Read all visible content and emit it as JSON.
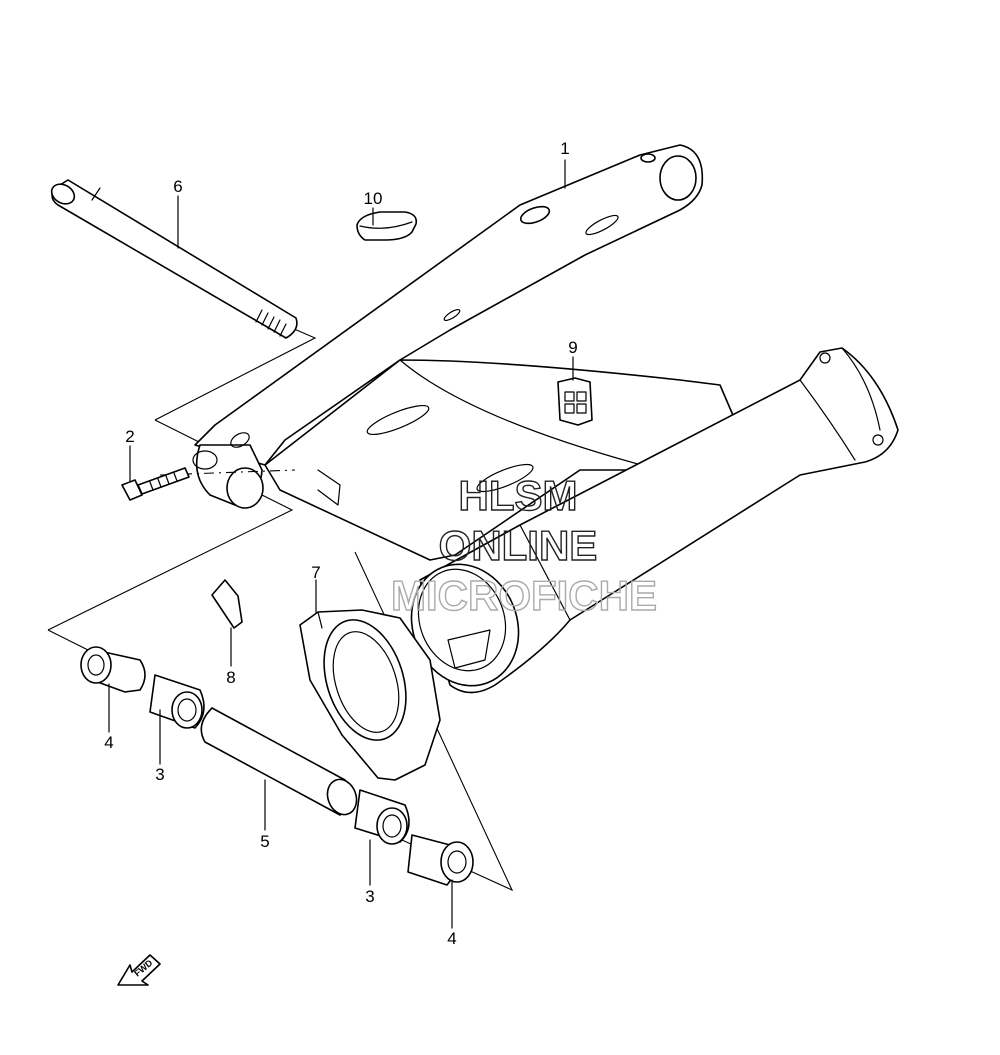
{
  "callouts": {
    "c1": "1",
    "c2": "2",
    "c3a": "3",
    "c3b": "3",
    "c4a": "4",
    "c4b": "4",
    "c5": "5",
    "c6": "6",
    "c7": "7",
    "c8": "8",
    "c9": "9",
    "c10": "10"
  },
  "watermark": {
    "line1": "HLSM",
    "line2": "ONLINE",
    "line3": "MICROFICHE"
  },
  "direction": {
    "label": "FWD",
    "icon": "forward-arrow-icon"
  }
}
